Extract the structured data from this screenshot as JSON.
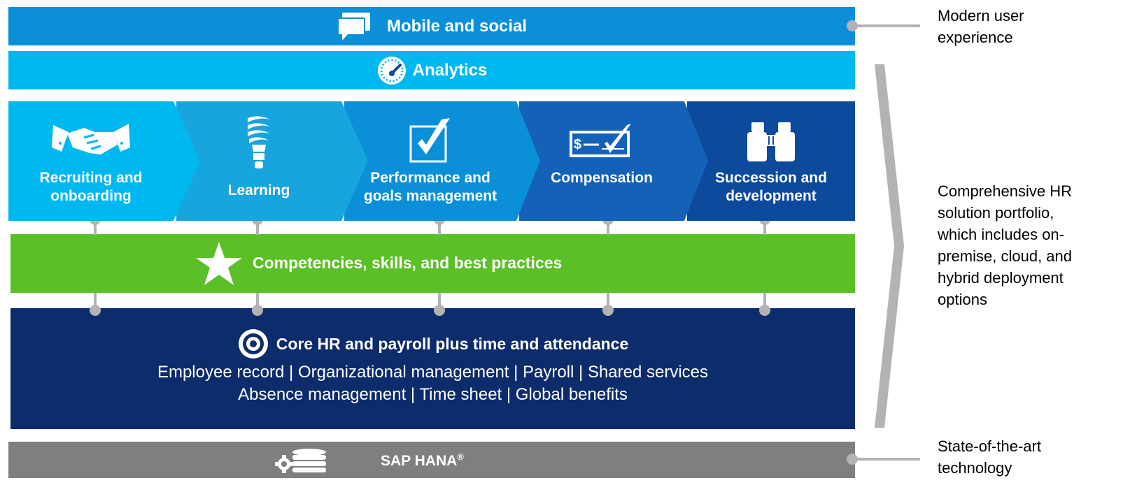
{
  "bands": {
    "mobile": {
      "title": "Mobile and social",
      "icon": "chat-bubbles-icon",
      "color": "#0a8fd8"
    },
    "analytics": {
      "title": "Analytics",
      "icon": "speedometer-icon",
      "color": "#00b8f0"
    },
    "competencies": {
      "title": "Competencies, skills, and best practices",
      "icon": "star-icon",
      "color": "#5bbf27"
    },
    "core": {
      "title": "Core HR and payroll plus time and attendance",
      "icon": "target-icon",
      "line1": "Employee record | Organizational management | Payroll | Shared services",
      "line2": "Absence management | Time sheet | Global benefits",
      "color": "#0d2c6c"
    },
    "hana": {
      "title": "SAP HANA",
      "trademark": "®",
      "icon": "database-gear-icon",
      "color": "#7f7f7f"
    }
  },
  "modules": [
    {
      "label": "Recruiting and\nonboarding",
      "icon": "handshake-icon",
      "color": "#00b8f0"
    },
    {
      "label": "Learning",
      "icon": "lightbulb-icon",
      "color": "#18a4dc"
    },
    {
      "label": "Performance and\ngoals management",
      "icon": "checkbox-icon",
      "color": "#0a8fd8"
    },
    {
      "label": "Compensation",
      "icon": "check-payment-icon",
      "color": "#1461b8"
    },
    {
      "label": "Succession and\ndevelopment",
      "icon": "binoculars-icon",
      "color": "#0d4a9c"
    }
  ],
  "side_labels": {
    "ux": "Modern user\nexperience",
    "portfolio": "Comprehensive HR\nsolution portfolio,\nwhich includes on-\npremise, cloud, and\nhybrid deployment\noptions",
    "tech": "State-of-the-art\ntechnology"
  },
  "colors": {
    "connector": "#b3b3b3",
    "bracket": "#b3b3b3"
  }
}
